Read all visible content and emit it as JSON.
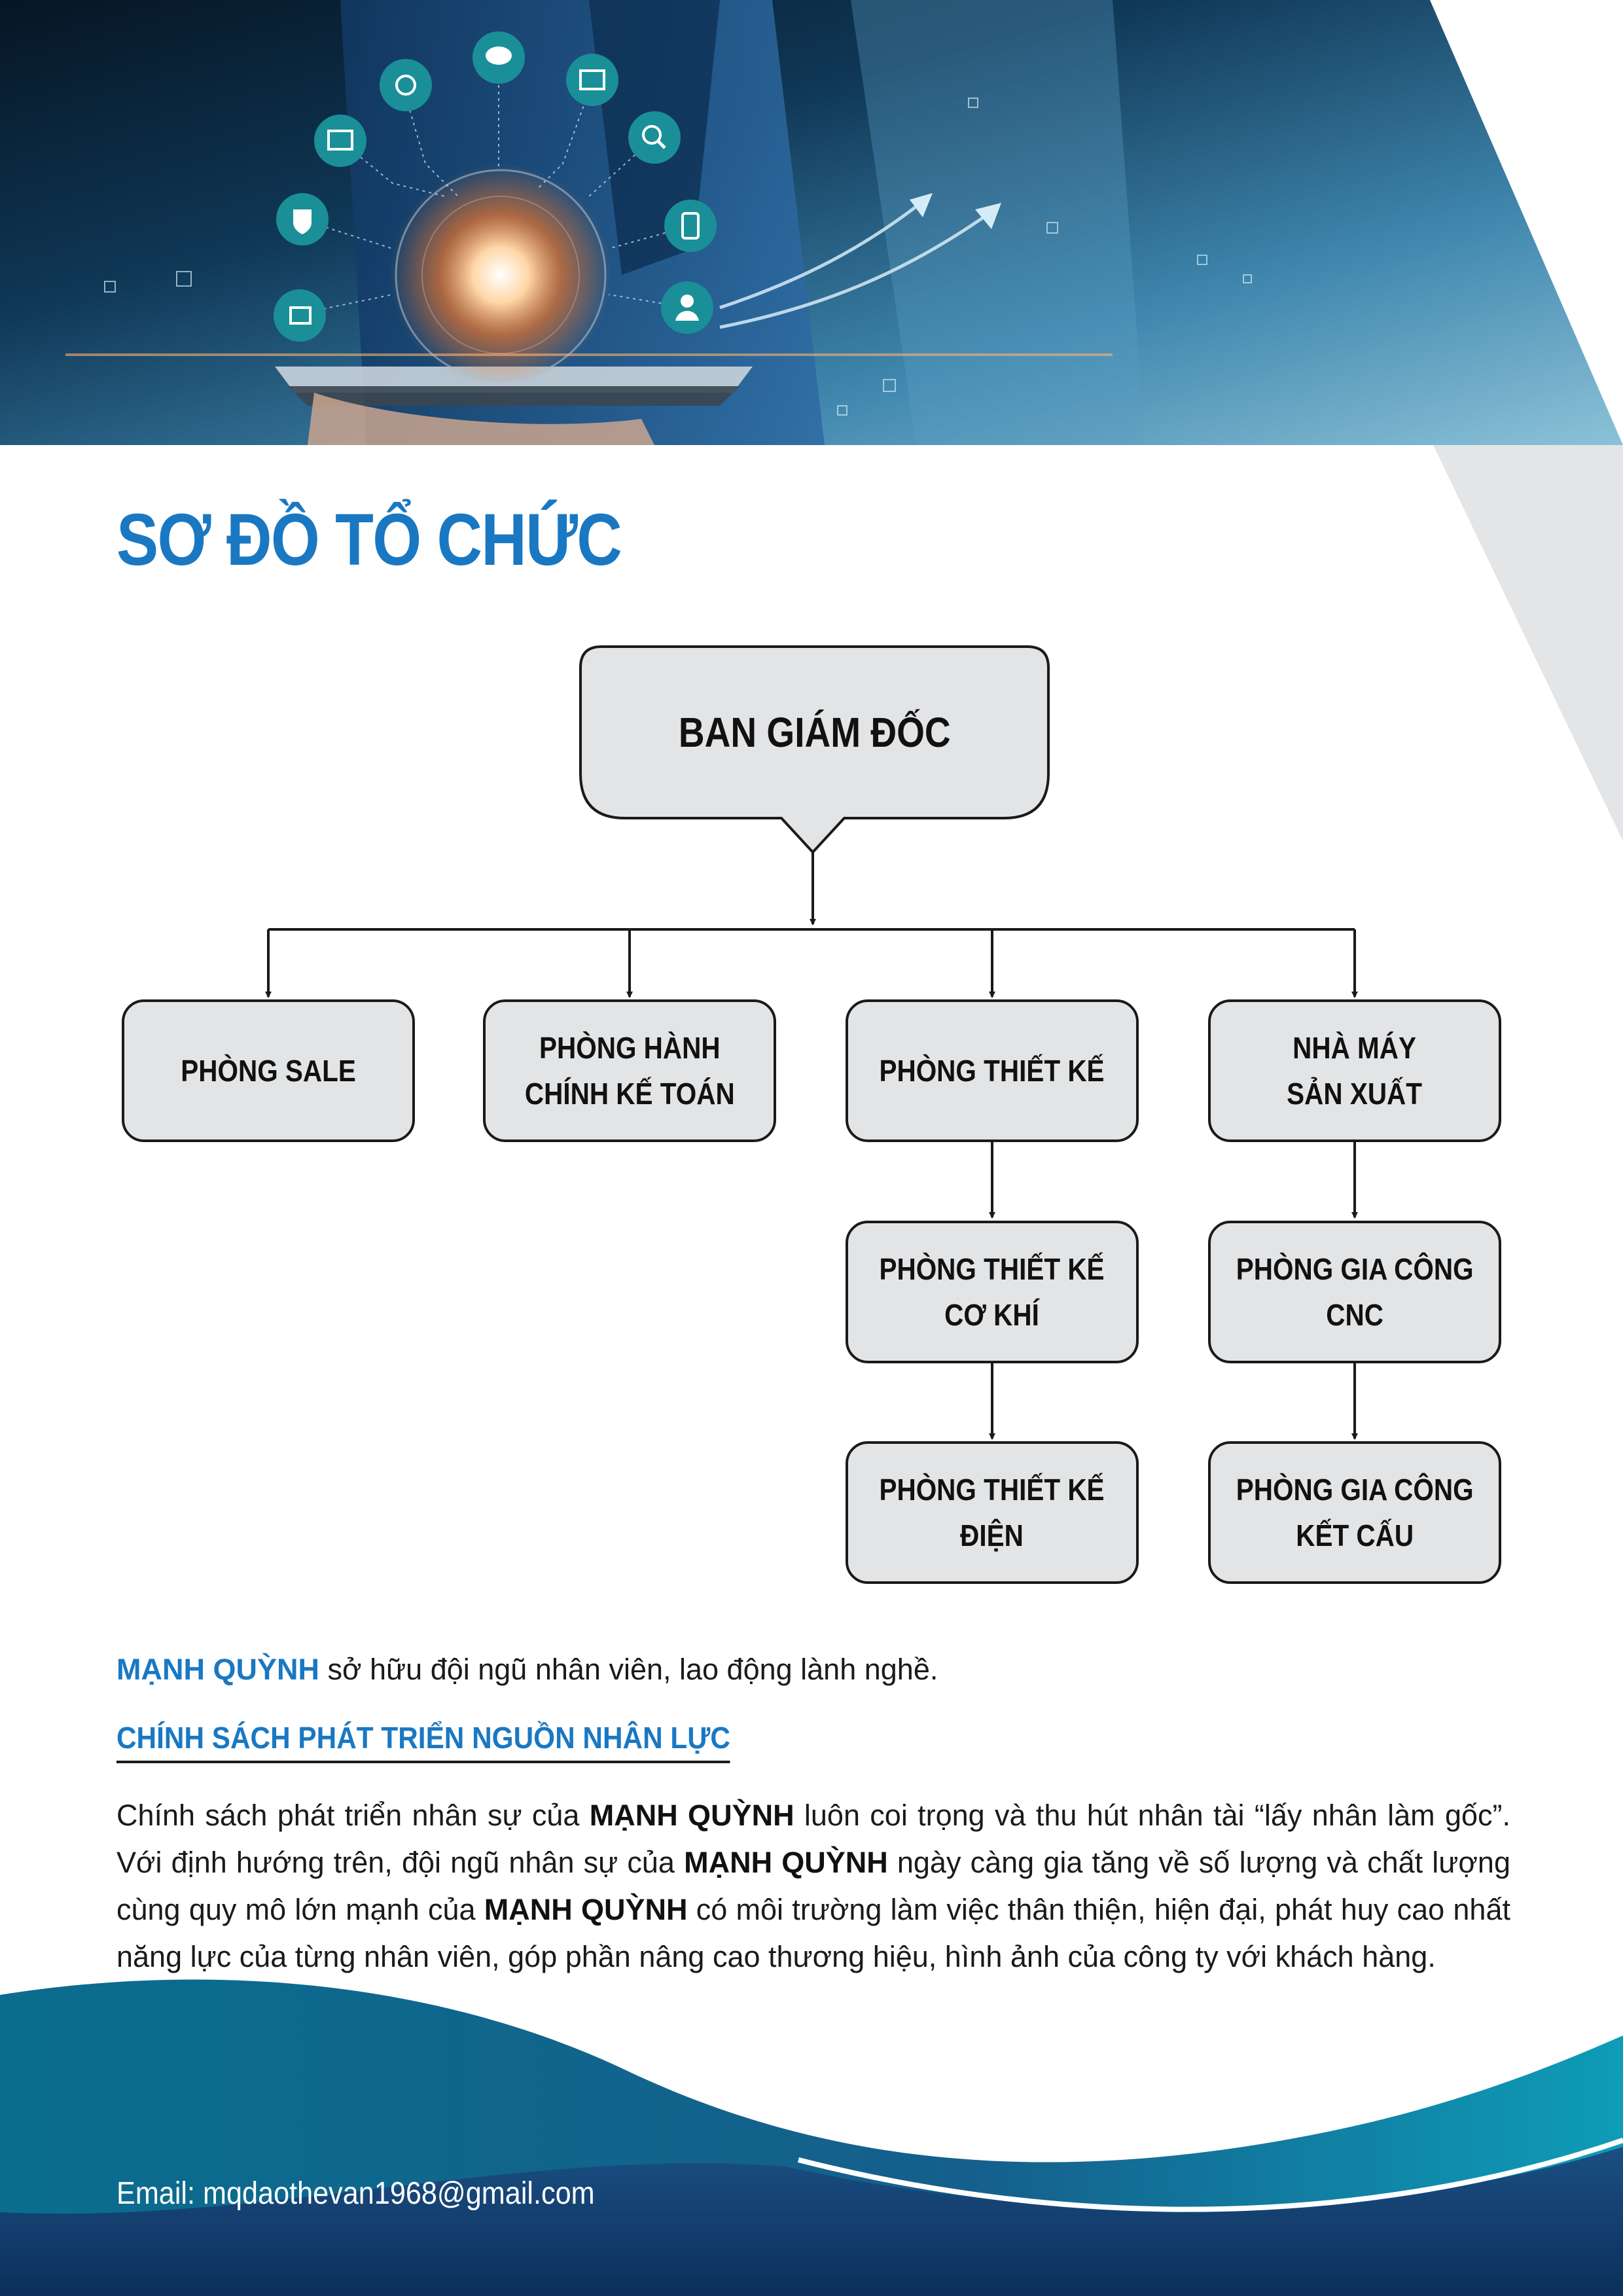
{
  "page": {
    "title": "SƠ ĐỒ TỔ CHỨC",
    "accent_color": "#1a78c2",
    "box_fill": "#e3e4e6"
  },
  "org_chart": {
    "root": "BAN GIÁM ĐỐC",
    "departments": [
      {
        "label": "PHÒNG SALE",
        "children": []
      },
      {
        "label": "PHÒNG HÀNH\nCHÍNH KẾ TOÁN",
        "children": []
      },
      {
        "label": "PHÒNG THIẾT KẾ",
        "children": [
          "PHÒNG THIẾT KẾ\nCƠ KHÍ",
          "PHÒNG THIẾT KẾ\nĐIỆN"
        ]
      },
      {
        "label": "NHÀ MÁY\nSẢN XUẤT",
        "children": [
          "PHÒNG GIA CÔNG\nCNC",
          "PHÒNG GIA CÔNG\nKẾT CẤU"
        ]
      }
    ]
  },
  "intro": {
    "brand": "MẠNH QUỲNH",
    "text": " sở hữu đội ngũ nhân viên, lao động lành nghề."
  },
  "policy": {
    "heading": "CHÍNH SÁCH PHÁT TRIỂN NGUỒN NHÂN LỰC",
    "p1": "Chính sách phát triển nhân sự của ",
    "brand1": "MẠNH QUỲNH",
    "p2": " luôn coi trọng và thu hút nhân tài “lấy nhân làm gốc”. Với định hướng trên, đội ngũ nhân sự của ",
    "brand2": "MẠNH QUỲNH",
    "p3": " ngày càng gia tăng về số lượng và chất lượng cùng quy mô lớn mạnh của ",
    "brand3": "MẠNH QUỲNH",
    "p4": " có môi trường làm việc thân thiện, hiện đại, phát huy cao nhất năng lực của từng nhân viên, góp phần nâng cao thương hiệu, hình ảnh của công ty với khách hàng."
  },
  "footer": {
    "email": "Email: mqdaothevan1968@gmail.com"
  }
}
